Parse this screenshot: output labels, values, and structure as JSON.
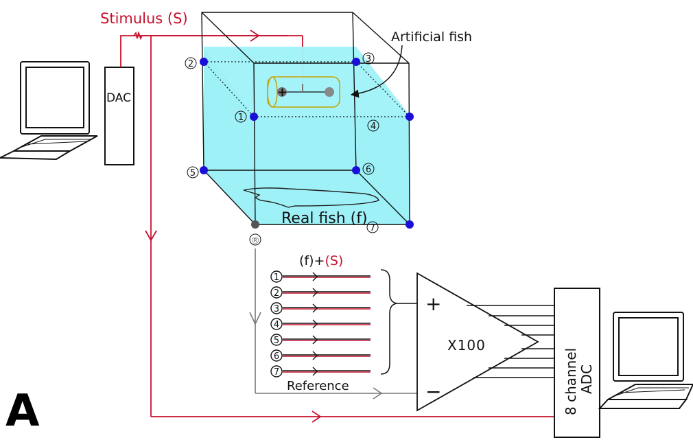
{
  "labels": {
    "stimulus": "Stimulus (S)",
    "artificial_fish": "Artificial fish",
    "dac": "DAC",
    "real_fish": "Real fish (f)",
    "reference_marker": "®",
    "signal_sum_left": "(f)+",
    "signal_sum_right": "(S)",
    "reference": "Reference",
    "amplifier_gain": "X100",
    "plus": "+",
    "minus": "−",
    "adc_line1": "8 channel",
    "adc_line2": "ADC",
    "panel_letter": "A"
  },
  "electrodes": [
    "1",
    "2",
    "3",
    "4",
    "5",
    "6",
    "7"
  ],
  "colors": {
    "water": "#8eeef7",
    "electrode_dot": "#1a0fd6",
    "reference_dot": "#555555",
    "stimulus_line": "#c8102e",
    "artificial_fish_outline": "#c8a200"
  }
}
